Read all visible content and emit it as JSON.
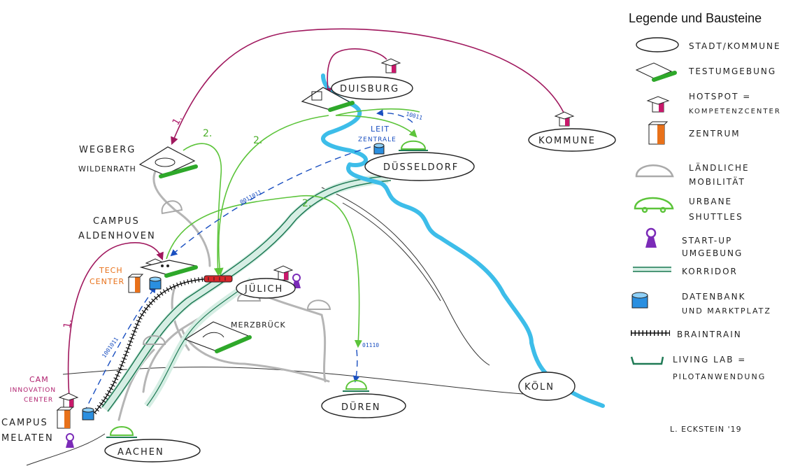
{
  "legend": {
    "title": "Legende und Bausteine",
    "items": [
      {
        "icon": "city-ellipse-icon",
        "label": "STADT/KOMMUNE"
      },
      {
        "icon": "test-environment-icon",
        "label": "TESTUMGEBUNG"
      },
      {
        "icon": "hotspot-icon",
        "label": "HOTSPOT =",
        "label2": "KOMPETENZCENTER"
      },
      {
        "icon": "center-cube-icon",
        "label": "ZENTRUM"
      },
      {
        "icon": "rural-car-icon",
        "label": "LÄNDLICHE",
        "label2": "MOBILITÄT"
      },
      {
        "icon": "urban-shuttle-icon",
        "label": "URBANE",
        "label2": "SHUTTLES"
      },
      {
        "icon": "startup-pawn-icon",
        "label": "START-UP",
        "label2": "UMGEBUNG"
      },
      {
        "icon": "corridor-line-icon",
        "label": "KORRIDOR"
      },
      {
        "icon": "database-icon",
        "label": "DATENBANK",
        "label2": "UND MARKTPLATZ"
      },
      {
        "icon": "braintrain-icon",
        "label": "BRAINTRAIN"
      },
      {
        "icon": "living-lab-icon",
        "label": "LIVING LAB =",
        "label2": "PILOTANWENDUNG"
      }
    ]
  },
  "map": {
    "cities": {
      "duisburg": "DUISBURG",
      "duesseldorf": "DÜSSELDORF",
      "kommune": "KOMMUNE",
      "juelich": "JÜLICH",
      "dueren": "DÜREN",
      "koeln": "KÖLN",
      "aachen": "AACHEN"
    },
    "labels": {
      "wegberg": "WEGBERG",
      "wildenrath": "WILDENRATH",
      "campus_aldenhoven_1": "CAMPUS",
      "campus_aldenhoven_2": "ALDENHOVEN",
      "tech_center_1": "TECH",
      "tech_center_2": "CENTER",
      "leitzentrale_1": "LEIT",
      "leitzentrale_2": "ZENTRALE",
      "merzbrueck": "MERZBRÜCK",
      "cam_1": "CAM",
      "cam_2": "INNOVATION",
      "cam_3": "CENTER",
      "campus_melaten_1": "CAMPUS",
      "campus_melaten_2": "MELATEN"
    },
    "step_numbers": {
      "magenta_top": "1.",
      "magenta_left": "1.",
      "green_a": "2.",
      "green_b": "2.",
      "green_c": "2."
    },
    "binary_labels": {
      "b1": "10011",
      "b2": "0011011",
      "b3": "1001011",
      "b4": "01110"
    },
    "signature": "L. ECKSTEIN '19"
  },
  "colors": {
    "river": "#3dbde9",
    "green_arrow": "#5cc43a",
    "test_green": "#2ea82a",
    "magenta_arrow": "#a0185e",
    "blue_dashed": "#1a4fc0",
    "corridor": "#1f7a55",
    "grey_road": "#b7b7b7",
    "orange": "#e8711a",
    "database_blue": "#2a8fe0",
    "pawn_purple": "#7b2bb8"
  }
}
